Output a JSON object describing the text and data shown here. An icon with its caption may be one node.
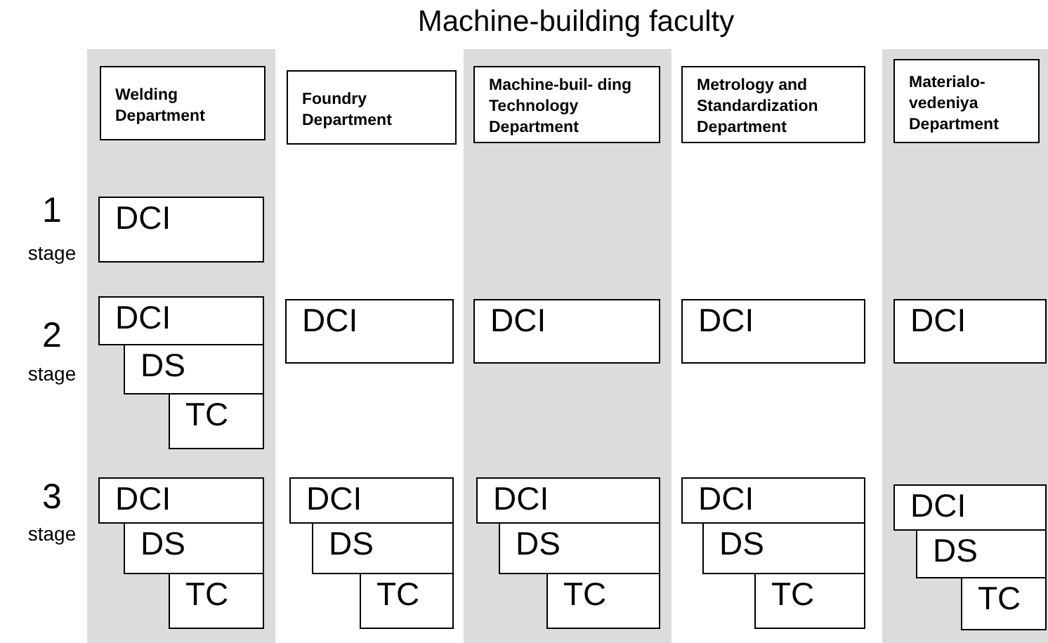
{
  "diagram": {
    "title": "Machine-building faculty",
    "nodes": [
      {
        "text": [
          "Welding Department"
        ]
      },
      {
        "text": [
          "Foundry Department"
        ]
      },
      {
        "text": [
          "Machine-buil- ding Technology Department"
        ]
      },
      {
        "text": [
          "Metrology and Standardization Department"
        ]
      },
      {
        "text": [
          "Materialo- vedeniya Department"
        ]
      },
      {
        "text": [
          "DCI"
        ]
      },
      {
        "text": [
          "DCI"
        ]
      },
      {
        "text": [
          "DS"
        ]
      },
      {
        "text": [
          "TC"
        ]
      },
      {
        "text": [
          "DCI"
        ]
      },
      {
        "text": [
          "DCI"
        ]
      },
      {
        "text": [
          "DCI"
        ]
      },
      {
        "text": [
          "DCI"
        ]
      },
      {
        "text": [
          "DCI"
        ]
      },
      {
        "text": [
          "DS"
        ]
      },
      {
        "text": [
          "TC"
        ]
      },
      {
        "text": [
          "DCI"
        ]
      },
      {
        "text": [
          "DS"
        ]
      },
      {
        "text": [
          "TC"
        ]
      },
      {
        "text": [
          "DCI"
        ]
      },
      {
        "text": [
          "DS"
        ]
      },
      {
        "text": [
          "TC"
        ]
      },
      {
        "text": [
          "DCI"
        ]
      },
      {
        "text": [
          "DS"
        ]
      },
      {
        "text": [
          "TC"
        ]
      },
      {
        "text": [
          "DCI"
        ]
      },
      {
        "text": [
          "DS"
        ]
      },
      {
        "text": [
          "TC"
        ]
      }
    ],
    "edges": [],
    "labels": [
      "1",
      "stage",
      "2",
      "stage",
      "3",
      "stage"
    ]
  }
}
